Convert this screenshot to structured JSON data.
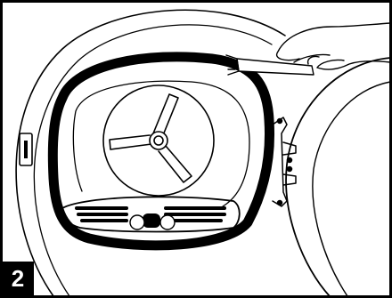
{
  "diagram": {
    "step_number": "2",
    "colors": {
      "line": "#000000",
      "background": "#ffffff",
      "badge_bg": "#000000",
      "badge_text": "#ffffff"
    },
    "parts": [
      "dryer-drum-opening",
      "door-seal",
      "drum-paddle-hub",
      "lint-filter",
      "door-hinge",
      "open-door",
      "door-latch",
      "hand-holding-brush"
    ]
  }
}
